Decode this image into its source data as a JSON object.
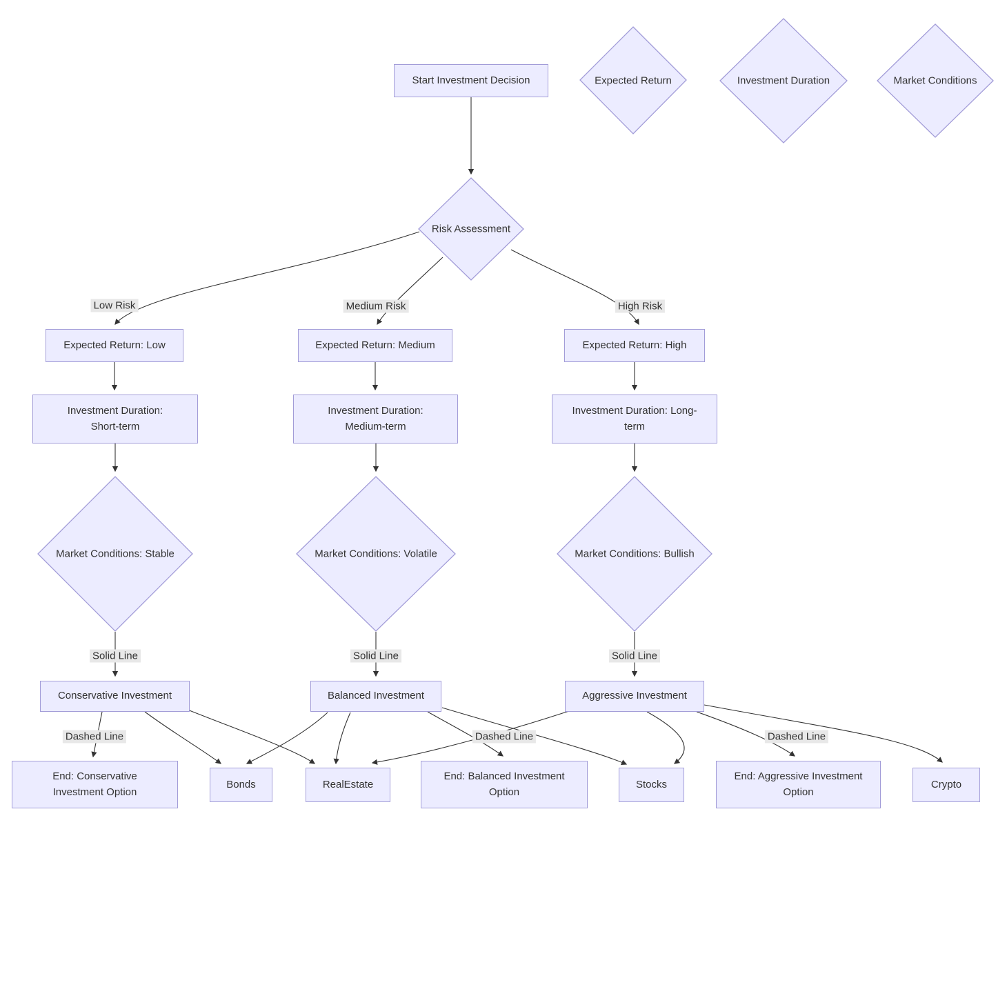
{
  "nodes": {
    "start": "Start Investment Decision",
    "risk": "Risk Assessment",
    "float_expected_return": "Expected Return",
    "float_investment_duration": "Investment Duration",
    "float_market_conditions": "Market Conditions",
    "er_low": "Expected Return: Low",
    "er_medium": "Expected Return: Medium",
    "er_high": "Expected Return: High",
    "id_short": "Investment Duration:\nShort-term",
    "id_medium": "Investment Duration:\nMedium-term",
    "id_long": "Investment Duration: Long-\nterm",
    "mc_stable": "Market Conditions: Stable",
    "mc_volatile": "Market Conditions: Volatile",
    "mc_bullish": "Market Conditions: Bullish",
    "conservative": "Conservative Investment",
    "balanced": "Balanced Investment",
    "aggressive": "Aggressive Investment",
    "end_conservative": "End: Conservative\nInvestment Option",
    "end_balanced": "End: Balanced Investment\nOption",
    "end_aggressive": "End: Aggressive Investment\nOption",
    "bonds": "Bonds",
    "realestate": "RealEstate",
    "stocks": "Stocks",
    "crypto": "Crypto"
  },
  "edge_labels": {
    "low_risk": "Low Risk",
    "medium_risk": "Medium Risk",
    "high_risk": "High Risk",
    "solid_line": "Solid Line",
    "dashed_line": "Dashed Line"
  },
  "colors": {
    "node_fill": "#ECECFF",
    "node_border": "#A29CD8",
    "edge": "#333333",
    "edge_label_bg": "#E8E8E8",
    "text": "#333333"
  }
}
